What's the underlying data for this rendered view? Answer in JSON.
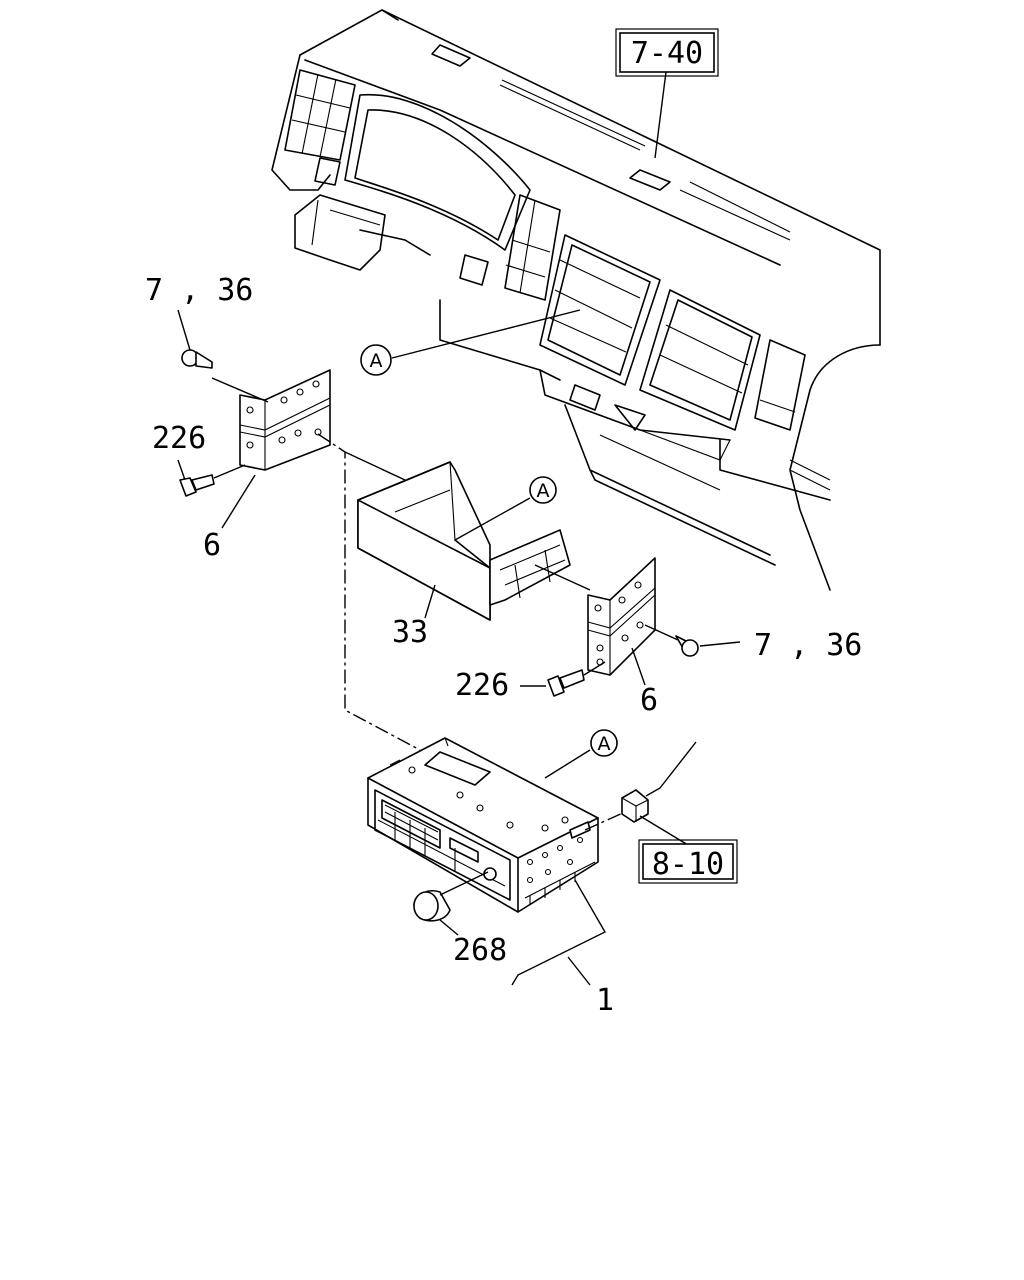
{
  "labels": {
    "ref_dashboard": "7-40",
    "ref_harness": "8-10",
    "screw_top": "7 , 36",
    "bolt_left": "226",
    "bracket_left": "6",
    "pocket": "33",
    "screw_right": "7 , 36",
    "bolt_right": "226",
    "bracket_right": "6",
    "knob": "268",
    "radio_assembly": "1",
    "marker_dash": "A",
    "marker_pocket": "A",
    "marker_radio": "A"
  }
}
